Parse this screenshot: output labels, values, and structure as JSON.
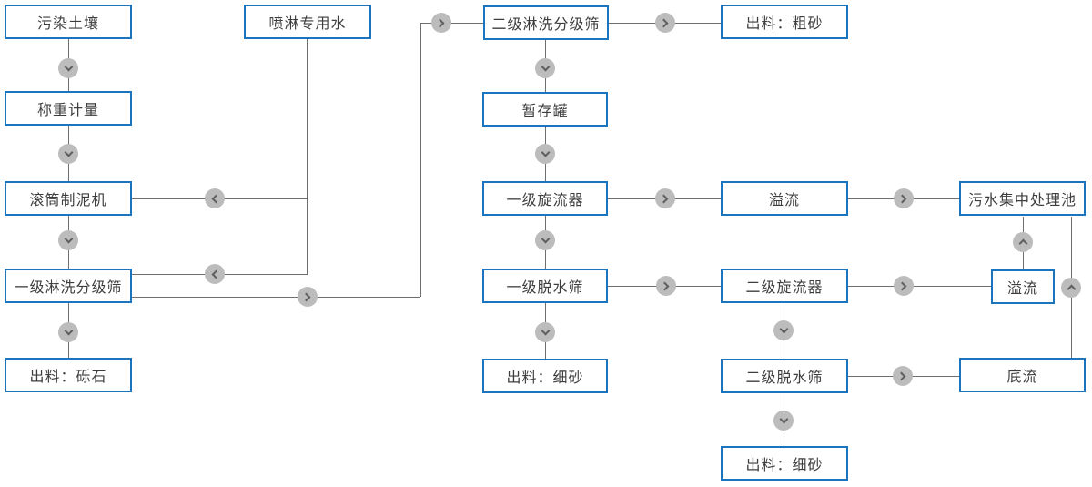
{
  "diagram": {
    "colors": {
      "background": "#ffffff",
      "box_border": "#1b74be",
      "box_fill": "#ffffff",
      "box_text": "#3d3d3d",
      "line": "#6e6e6e",
      "arrow_circle_fill": "#bcbcbc",
      "arrow_chevron": "#5f5f5f"
    },
    "icons": {
      "arrow_down": "chevron-down-in-circle",
      "arrow_up": "chevron-up-in-circle",
      "arrow_left": "chevron-left-in-circle",
      "arrow_right": "chevron-right-in-circle"
    },
    "nodes": [
      {
        "id": "contaminated-soil",
        "label": "污染土壤"
      },
      {
        "id": "weighing",
        "label": "称重计量"
      },
      {
        "id": "drum-mud-maker",
        "label": "滚筒制泥机"
      },
      {
        "id": "stage1-washing-screen",
        "label": "一级淋洗分级筛"
      },
      {
        "id": "output-gravel",
        "label": "出料：砾石"
      },
      {
        "id": "spray-water",
        "label": "喷淋专用水"
      },
      {
        "id": "stage2-washing-screen",
        "label": "二级淋洗分级筛"
      },
      {
        "id": "buffer-tank",
        "label": "暂存罐"
      },
      {
        "id": "stage1-cyclone",
        "label": "一级旋流器"
      },
      {
        "id": "stage1-dewatering-screen",
        "label": "一级脱水筛"
      },
      {
        "id": "output-fine-sand-1",
        "label": "出料：细砂"
      },
      {
        "id": "output-coarse-sand",
        "label": "出料：粗砂"
      },
      {
        "id": "overflow-1",
        "label": "溢流"
      },
      {
        "id": "stage2-cyclone",
        "label": "二级旋流器"
      },
      {
        "id": "stage2-dewatering-screen",
        "label": "二级脱水筛"
      },
      {
        "id": "output-fine-sand-2",
        "label": "出料：细砂"
      },
      {
        "id": "sewage-treatment-pool",
        "label": "污水集中处理池"
      },
      {
        "id": "overflow-2",
        "label": "溢流"
      },
      {
        "id": "underflow",
        "label": "底流"
      }
    ],
    "edges": [
      {
        "from": "contaminated-soil",
        "to": "weighing",
        "direction": "down"
      },
      {
        "from": "weighing",
        "to": "drum-mud-maker",
        "direction": "down"
      },
      {
        "from": "drum-mud-maker",
        "to": "stage1-washing-screen",
        "direction": "down"
      },
      {
        "from": "stage1-washing-screen",
        "to": "output-gravel",
        "direction": "down"
      },
      {
        "from": "spray-water",
        "to": "drum-mud-maker",
        "direction": "left"
      },
      {
        "from": "spray-water",
        "to": "stage1-washing-screen",
        "direction": "left"
      },
      {
        "from": "stage1-washing-screen",
        "to": "stage2-washing-screen",
        "direction": "right"
      },
      {
        "from": "stage2-washing-screen",
        "to": "output-coarse-sand",
        "direction": "right"
      },
      {
        "from": "stage2-washing-screen",
        "to": "buffer-tank",
        "direction": "down"
      },
      {
        "from": "buffer-tank",
        "to": "stage1-cyclone",
        "direction": "down"
      },
      {
        "from": "stage1-cyclone",
        "to": "overflow-1",
        "direction": "right"
      },
      {
        "from": "overflow-1",
        "to": "sewage-treatment-pool",
        "direction": "right"
      },
      {
        "from": "stage1-cyclone",
        "to": "stage1-dewatering-screen",
        "direction": "down"
      },
      {
        "from": "stage1-dewatering-screen",
        "to": "stage2-cyclone",
        "direction": "right"
      },
      {
        "from": "stage2-cyclone",
        "to": "overflow-2",
        "direction": "right"
      },
      {
        "from": "stage1-dewatering-screen",
        "to": "output-fine-sand-1",
        "direction": "down"
      },
      {
        "from": "stage2-cyclone",
        "to": "stage2-dewatering-screen",
        "direction": "down"
      },
      {
        "from": "stage2-dewatering-screen",
        "to": "underflow",
        "direction": "right"
      },
      {
        "from": "stage2-dewatering-screen",
        "to": "output-fine-sand-2",
        "direction": "down"
      },
      {
        "from": "overflow-2",
        "to": "sewage-treatment-pool",
        "direction": "up"
      },
      {
        "from": "underflow",
        "to": "sewage-treatment-pool",
        "direction": "up"
      }
    ]
  }
}
